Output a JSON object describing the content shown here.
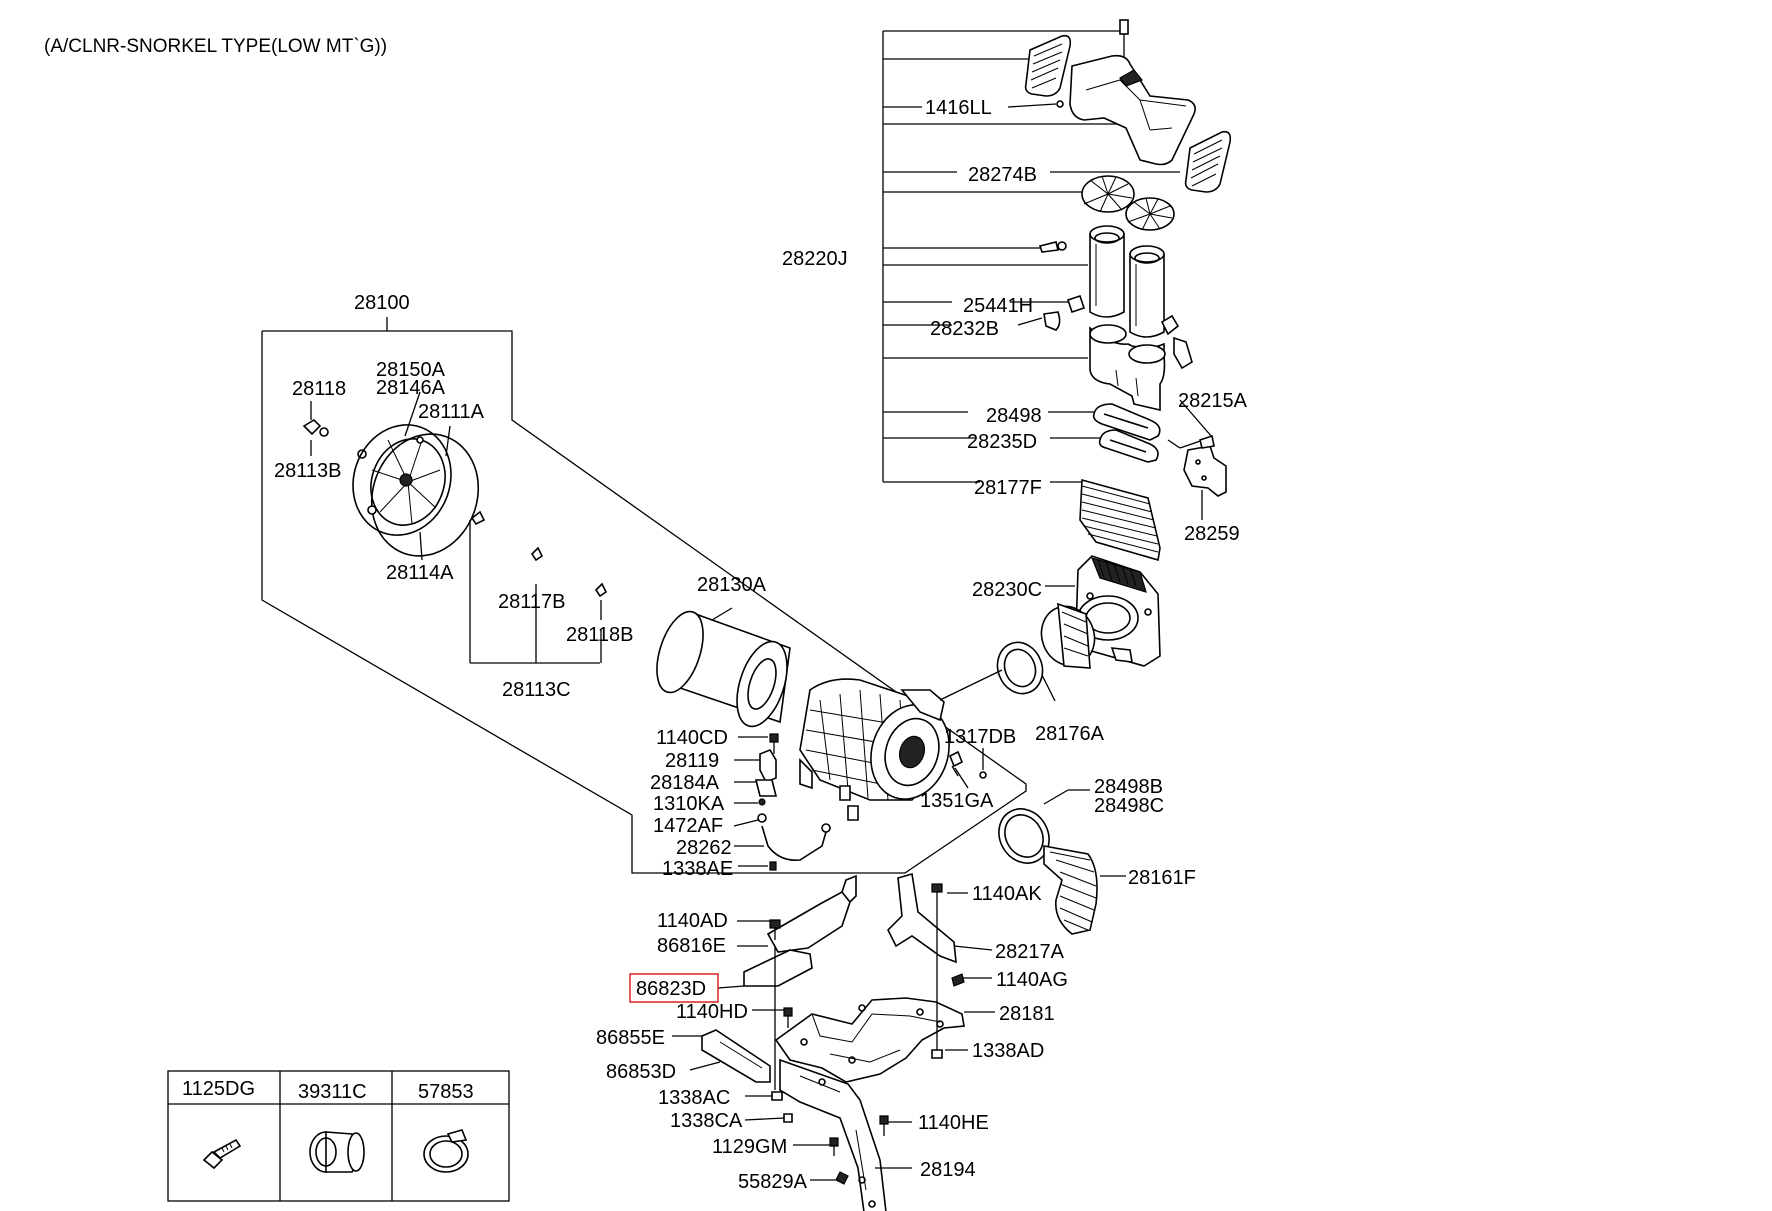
{
  "title": "(A/CLNR-SNORKEL TYPE(LOW MT`G))",
  "highlight_color": "#e03030",
  "labels": {
    "l_1416LL": "1416LL",
    "l_28274B": "28274B",
    "l_28220J": "28220J",
    "l_25441H": "25441H",
    "l_28232B": "28232B",
    "l_28215A": "28215A",
    "l_28498": "28498",
    "l_28235D": "28235D",
    "l_28177F": "28177F",
    "l_28259": "28259",
    "l_28230C": "28230C",
    "l_28176A": "28176A",
    "l_28100": "28100",
    "l_28118": "28118",
    "l_28150A": "28150A",
    "l_28146A": "28146A",
    "l_28111A": "28111A",
    "l_28113B": "28113B",
    "l_28114A": "28114A",
    "l_28117B": "28117B",
    "l_28118B": "28118B",
    "l_28113C": "28113C",
    "l_28130A": "28130A",
    "l_1140CD": "1140CD",
    "l_28119": "28119",
    "l_28184A": "28184A",
    "l_1310KA": "1310KA",
    "l_1472AF": "1472AF",
    "l_28262": "28262",
    "l_1338AE": "1338AE",
    "l_1317DB": "1317DB",
    "l_1351GA": "1351GA",
    "l_28498B": "28498B",
    "l_28498C": "28498C",
    "l_28161F": "28161F",
    "l_1140AK": "1140AK",
    "l_1140AD": "1140AD",
    "l_86816E": "86816E",
    "l_28217A": "28217A",
    "l_86823D": "86823D",
    "l_1140AG": "1140AG",
    "l_1140HD": "1140HD",
    "l_28181": "28181",
    "l_86855E": "86855E",
    "l_1338AD": "1338AD",
    "l_86853D": "86853D",
    "l_1338AC": "1338AC",
    "l_1338CA": "1338CA",
    "l_1140HE": "1140HE",
    "l_1129GM": "1129GM",
    "l_28194": "28194",
    "l_55829A": "55829A"
  },
  "legend_table": {
    "col1": "1125DG",
    "col2": "39311C",
    "col3": "57853"
  }
}
